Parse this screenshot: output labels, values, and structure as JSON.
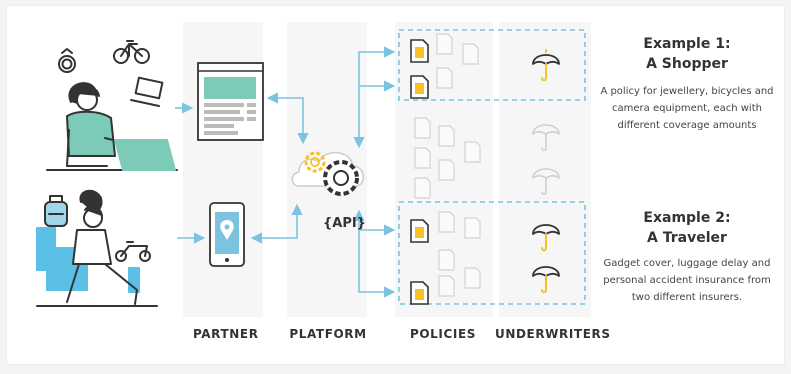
{
  "columns": {
    "partner": "PARTNER",
    "platform": "PLATFORM",
    "policies": "POLICIES",
    "underwriters": "UNDERWRITERS"
  },
  "api_label": "{API}",
  "example1": {
    "title": "Example 1:",
    "subtitle": "A Shopper",
    "desc_lines": [
      "A policy for jewellery, bicycles and",
      "camera equipment, each with",
      "different coverage amounts"
    ]
  },
  "example2": {
    "title": "Example 2:",
    "subtitle": "A Traveler",
    "desc_lines": [
      "Gadget cover, luggage delay and",
      "personal accident insurance from",
      "two different insurers."
    ]
  },
  "colors": {
    "accent_blue": "#7cc3df",
    "mint": "#7ccbb9",
    "yellow": "#f5c322",
    "line_gray": "#333333",
    "light_blue_fill": "#5bbfe6"
  },
  "icons": [
    "ring-icon",
    "bicycle-icon",
    "laptop-icon",
    "backpack-icon",
    "scooter-icon",
    "webpage-icon",
    "smartphone-map-icon",
    "gear-icon",
    "cloud-icon",
    "document-icon",
    "umbrella-icon"
  ]
}
